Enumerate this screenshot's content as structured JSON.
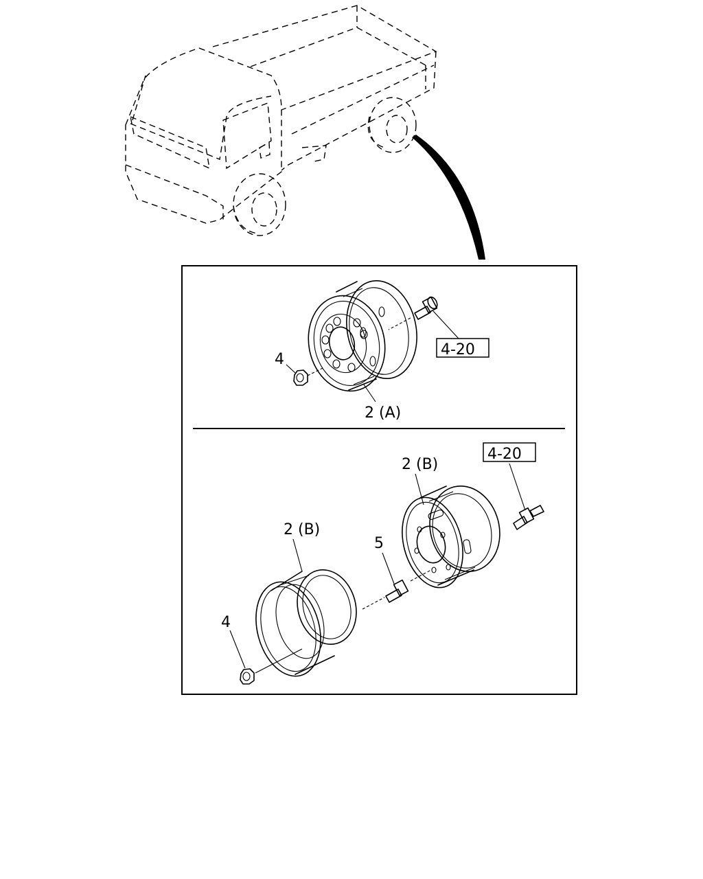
{
  "callouts": {
    "top": {
      "nut": "4",
      "wheel": "2 (A)",
      "ref": "4-20"
    },
    "bottom": {
      "ref": "4-20",
      "wheel_front": "2 (B)",
      "wheel_rear": "2 (B)",
      "stud": "5",
      "nut": "4"
    }
  }
}
